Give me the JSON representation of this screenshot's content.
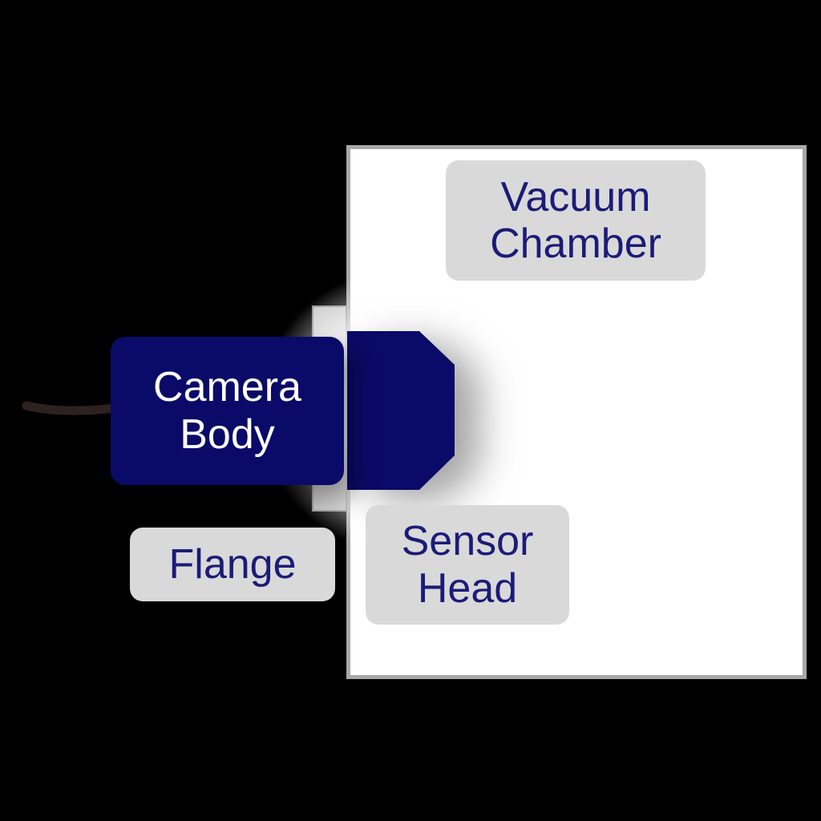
{
  "diagram": {
    "description": "Schematic of a camera mounted on a vacuum chamber flange with its sensor head inside the chamber",
    "labels": {
      "vacuum_chamber": "Vacuum Chamber",
      "camera_body": "Camera Body",
      "flange": "Flange",
      "sensor_head": "Sensor Head"
    },
    "colors": {
      "bg": "#000000",
      "navy": "#0a0a68",
      "label-bg": "#d9d9d9",
      "label-text": "#1b1b78",
      "chamber-fill": "#ffffff",
      "chamber-border": "#a8a8a8",
      "flange-border": "#8f8f8f",
      "cable": "#2d2220",
      "camera-text": "#ffffff"
    }
  }
}
